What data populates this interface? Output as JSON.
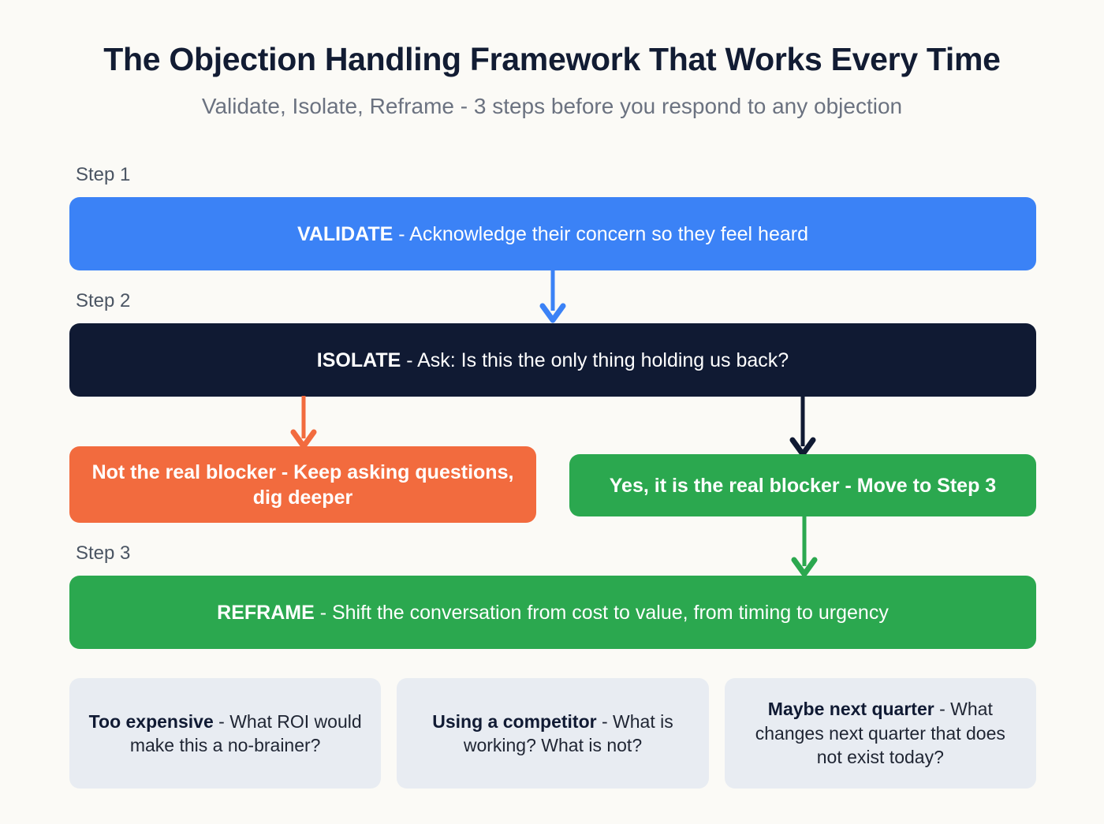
{
  "header": {
    "title": "The Objection Handling Framework That Works Every Time",
    "subtitle": "Validate, Isolate, Reframe - 3 steps before you respond to any objection"
  },
  "colors": {
    "background": "#fbfaf6",
    "title": "#121c33",
    "subtitle": "#6b7280",
    "step_label": "#4b5563",
    "blue": "#3b82f6",
    "navy": "#101a33",
    "green": "#2ba84f",
    "orange": "#f26b3e",
    "card_bg": "#e8ecf2",
    "card_text": "#1f2533"
  },
  "steps": [
    {
      "label": "Step 1",
      "lead": "VALIDATE",
      "separator": " - ",
      "rest": "Acknowledge their concern so they feel heard",
      "color": "#3b82f6"
    },
    {
      "label": "Step 2",
      "lead": "ISOLATE",
      "separator": " - ",
      "rest": "Ask: Is this the only thing holding us back?",
      "color": "#101a33"
    },
    {
      "label": "Step 3",
      "lead": "REFRAME",
      "separator": " - ",
      "rest": "Shift the conversation from cost to value, from timing to urgency",
      "color": "#2ba84f"
    }
  ],
  "branches": {
    "no": {
      "text": "Not the real blocker - Keep asking questions, dig deeper",
      "color": "#f26b3e"
    },
    "yes": {
      "text": "Yes, it is the real blocker - Move to Step 3",
      "color": "#2ba84f"
    }
  },
  "arrows": [
    {
      "name": "arrow-validate-to-isolate",
      "color": "#3b82f6"
    },
    {
      "name": "arrow-isolate-to-no",
      "color": "#f26b3e"
    },
    {
      "name": "arrow-isolate-to-yes",
      "color": "#101a33"
    },
    {
      "name": "arrow-yes-to-reframe",
      "color": "#2ba84f"
    }
  ],
  "objection_cards": [
    {
      "lead": "Too expensive",
      "separator": " - ",
      "rest": "What ROI would make this a no-brainer?"
    },
    {
      "lead": "Using a competitor",
      "separator": " - ",
      "rest": "What is working? What is not?"
    },
    {
      "lead": "Maybe next quarter",
      "separator": " - ",
      "rest": "What changes next quarter that does not exist today?"
    }
  ]
}
